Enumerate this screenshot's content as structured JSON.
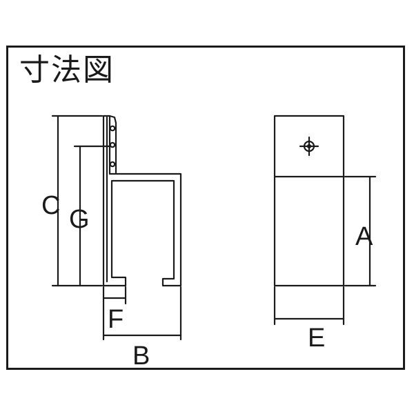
{
  "title": "寸法図",
  "labels": {
    "a": "A",
    "b": "B",
    "c": "C",
    "e": "E",
    "f": "F",
    "g": "G"
  },
  "colors": {
    "line": "#1a1a1a",
    "background": "#ffffff"
  },
  "icons": [
    "hole-crosshair-icon"
  ]
}
